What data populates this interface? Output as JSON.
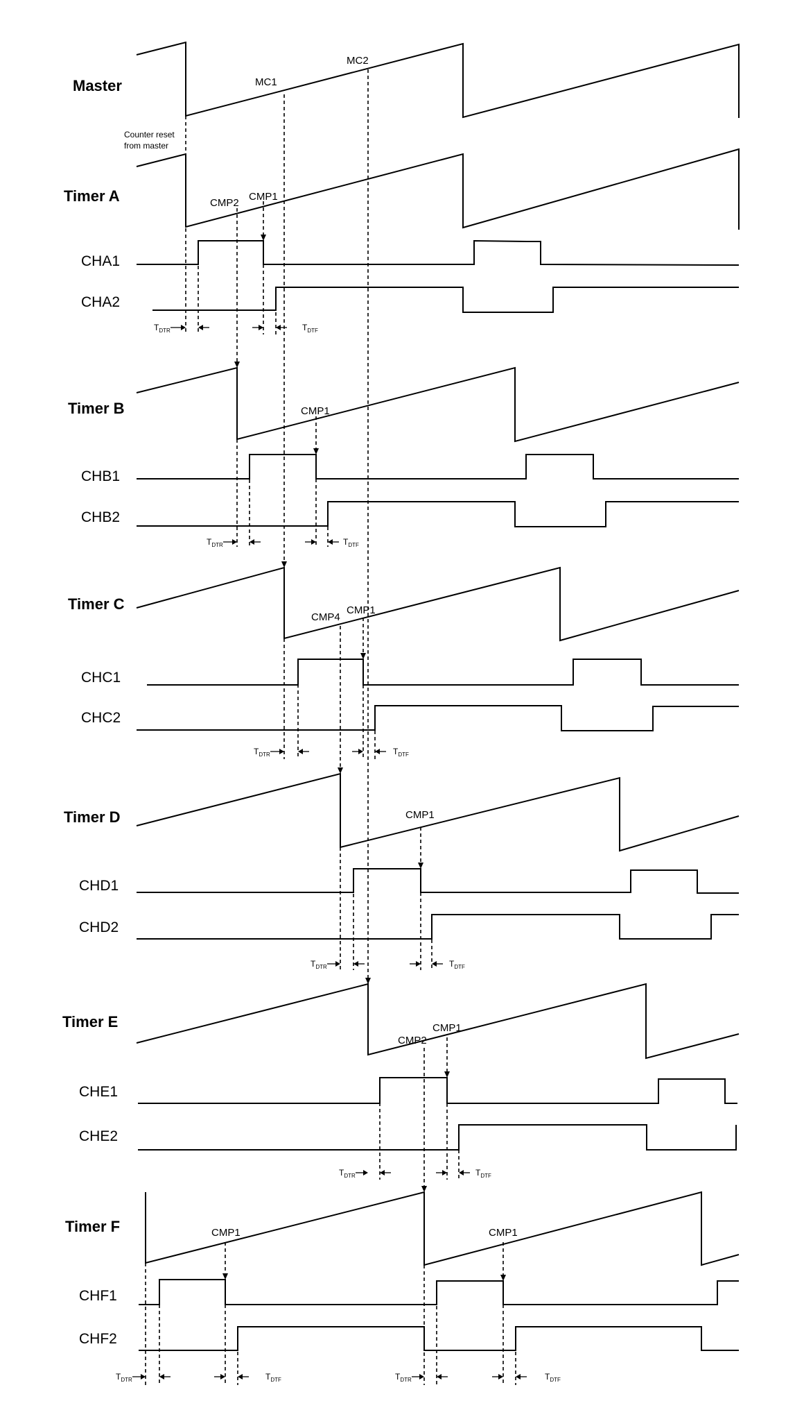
{
  "labels": {
    "master": "Master",
    "timer_a": "Timer A",
    "timer_b": "Timer B",
    "timer_c": "Timer C",
    "timer_d": "Timer D",
    "timer_e": "Timer E",
    "timer_f": "Timer F",
    "cha1": "CHA1",
    "cha2": "CHA2",
    "chb1": "CHB1",
    "chb2": "CHB2",
    "chc1": "CHC1",
    "chc2": "CHC2",
    "chd1": "CHD1",
    "chd2": "CHD2",
    "che1": "CHE1",
    "che2": "CHE2",
    "chf1": "CHF1",
    "chf2": "CHF2"
  },
  "annotations": {
    "mc1": "MC1",
    "mc2": "MC2",
    "counter_reset_line1": "Counter reset",
    "counter_reset_line2": "from master",
    "cmp1": "CMP1",
    "cmp2": "CMP2",
    "cmp4": "CMP4",
    "tdtr_t": "T",
    "tdtr_sub": "DTR",
    "tdtf_t": "T",
    "tdtf_sub": "DTF"
  }
}
